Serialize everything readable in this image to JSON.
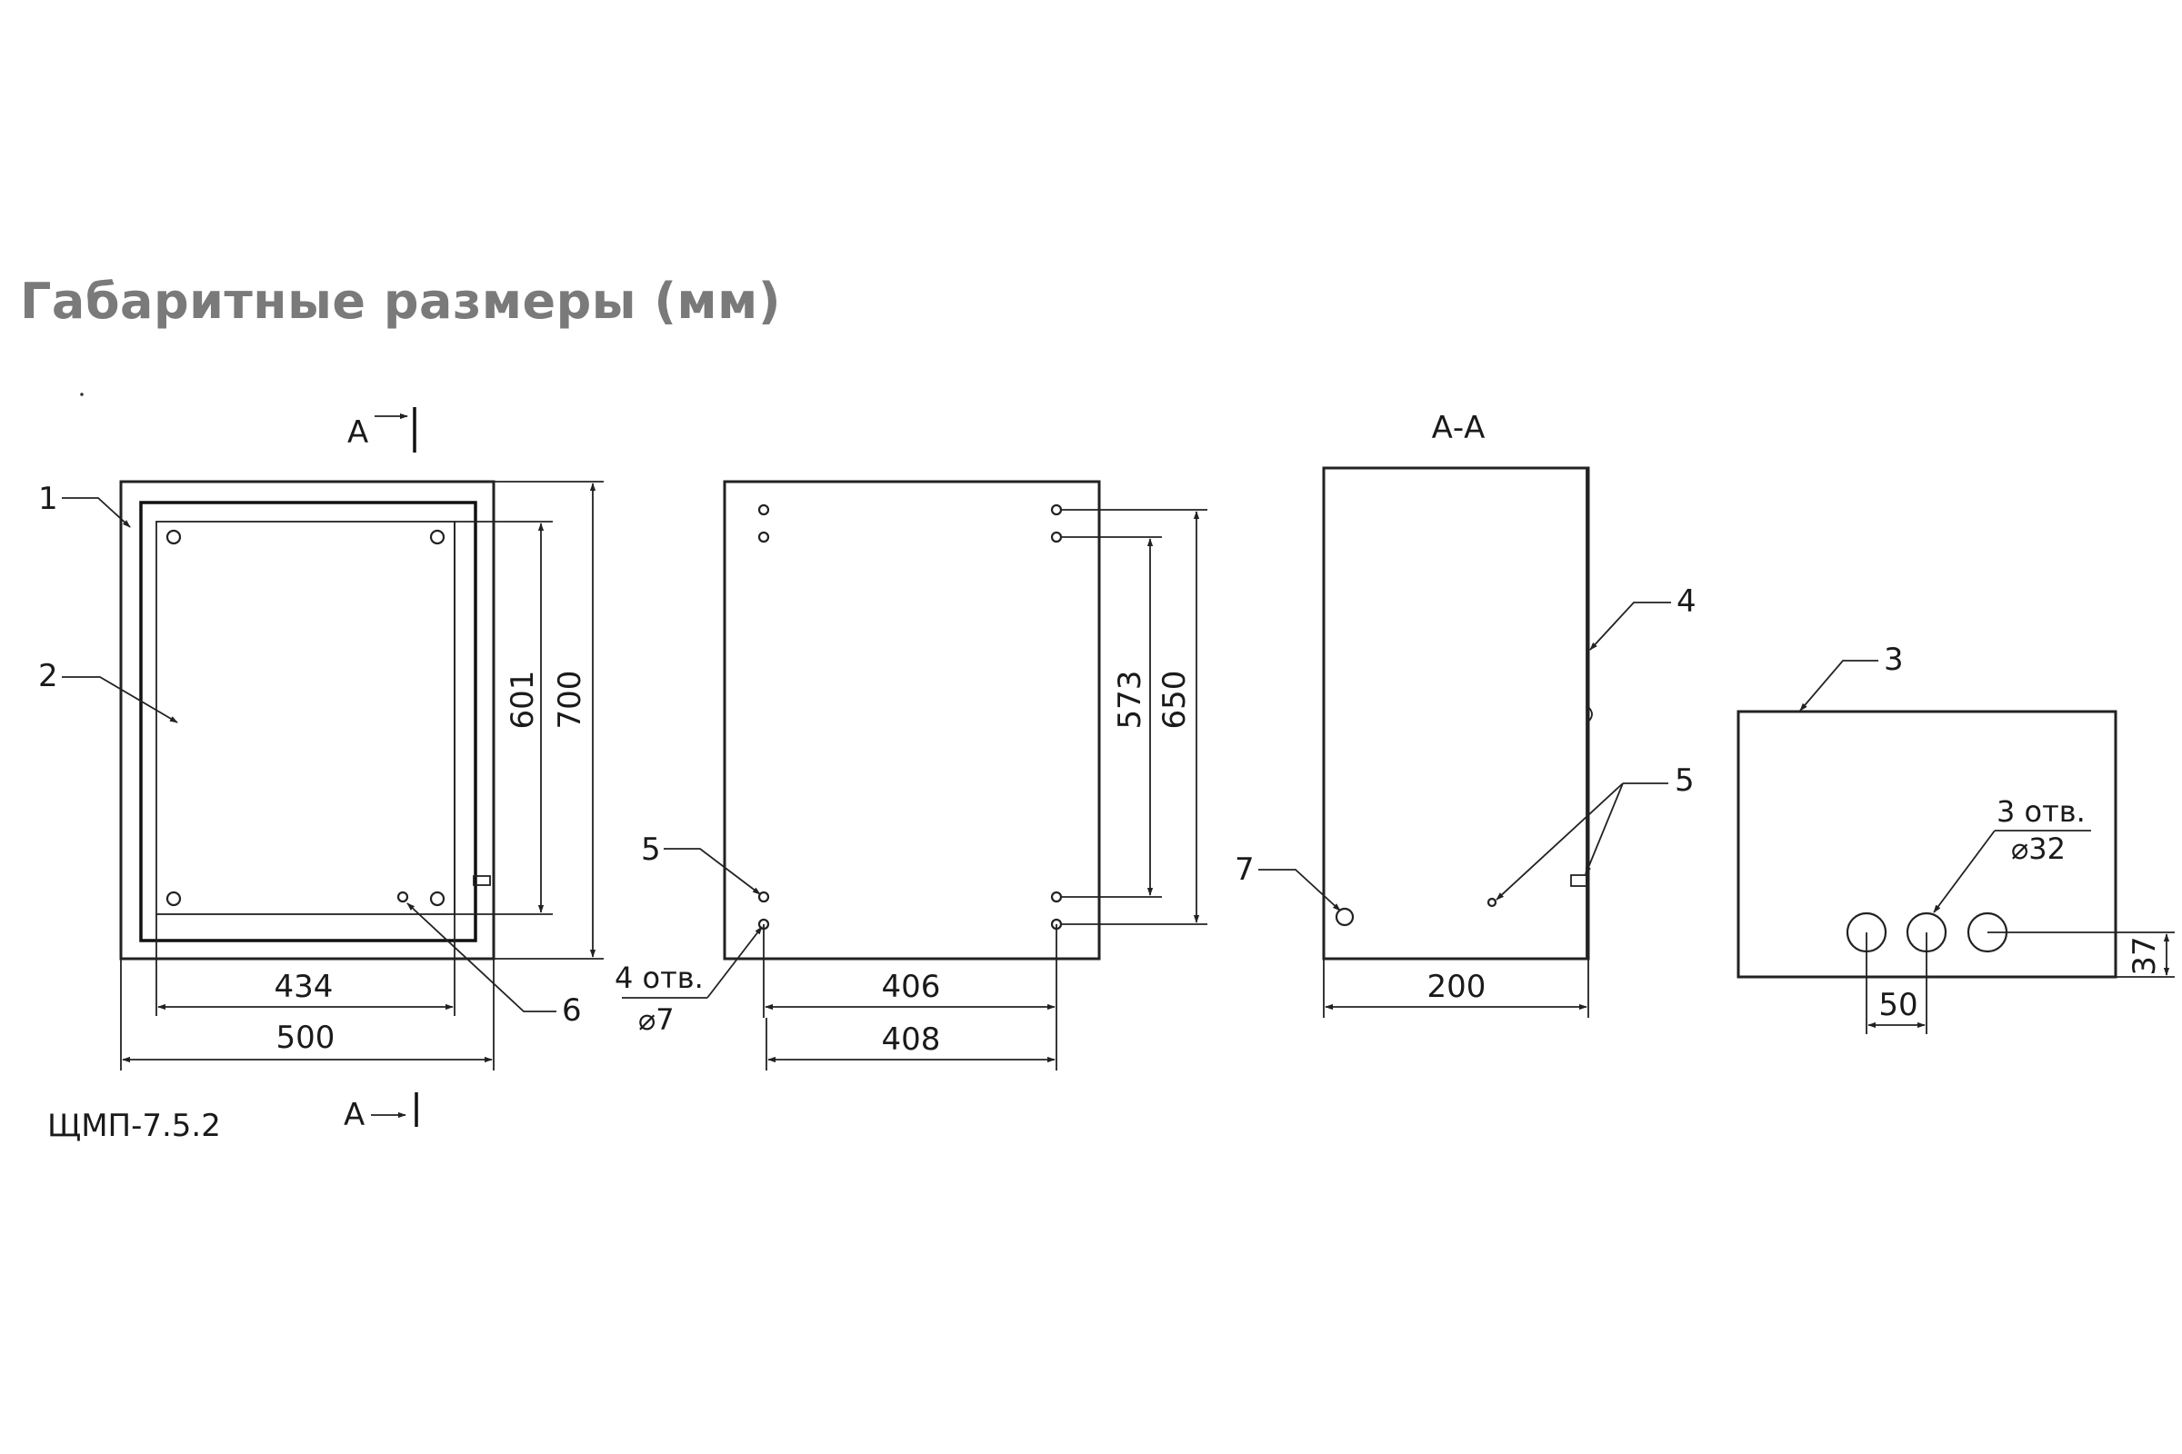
{
  "title": "Габаритные размеры (мм)",
  "model": "ЩМП-7.5.2",
  "section_marker": "А",
  "section_title": "А-А",
  "callouts": {
    "c1": "1",
    "c2": "2",
    "c3": "3",
    "c4": "4",
    "c5_front": "5",
    "c5_side": "5",
    "c6": "6",
    "c7": "7"
  },
  "dimensions": {
    "front_inner_width": "434",
    "front_width": "500",
    "front_inner_height": "601",
    "front_height": "700",
    "rear_hole_spacing_a": "406",
    "rear_hole_spacing_b": "408",
    "rear_hole_v_a": "573",
    "rear_hole_v_b": "650",
    "side_depth": "200",
    "gland_pitch": "50",
    "gland_height": "37"
  },
  "notes": {
    "mount_holes_count": "4 отв.",
    "mount_holes_diameter": "⌀7",
    "gland_holes_count": "3 отв.",
    "gland_holes_diameter": "⌀32"
  }
}
